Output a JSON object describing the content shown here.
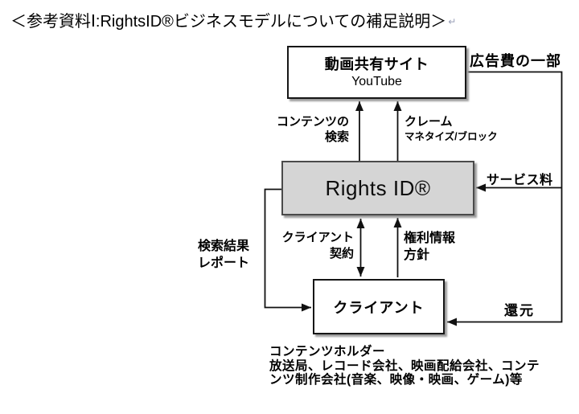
{
  "title": {
    "text": "＜参考資料Ⅰ:RightsID®ビジネスモデルについての補足説明＞",
    "return_mark": "↵"
  },
  "boxes": {
    "video_site": {
      "line1": "動画共有サイト",
      "line2": "YouTube"
    },
    "rights_id": {
      "label": "Rights ID®"
    },
    "client": {
      "label": "クライアント"
    }
  },
  "labels": {
    "ad_fee": "広告費の一部",
    "content_search": {
      "line1": "コンテンツの",
      "line2": "検索"
    },
    "claim": {
      "line1": "クレーム",
      "line2": "マネタイズ/ブロック"
    },
    "service_fee": "サービス料",
    "search_report": {
      "line1": "検索結果",
      "line2": "レポート"
    },
    "client_contract": {
      "line1": "クライアント",
      "line2": "契約"
    },
    "rights_policy": {
      "line1": "権利情報",
      "line2": "方針"
    },
    "return_flow": "還元"
  },
  "footer": {
    "line1": "コンテンツホルダー",
    "line2": "放送局、レコード会社、映画配給会社、コンテ",
    "line3": "ンツ制作会社(音楽、映像・映画、ゲーム)等"
  },
  "colors": {
    "rights_box_fill": "#d5d5d5",
    "box_border": "#161616",
    "line": "#111111",
    "shadow": "#9c9c9c"
  }
}
